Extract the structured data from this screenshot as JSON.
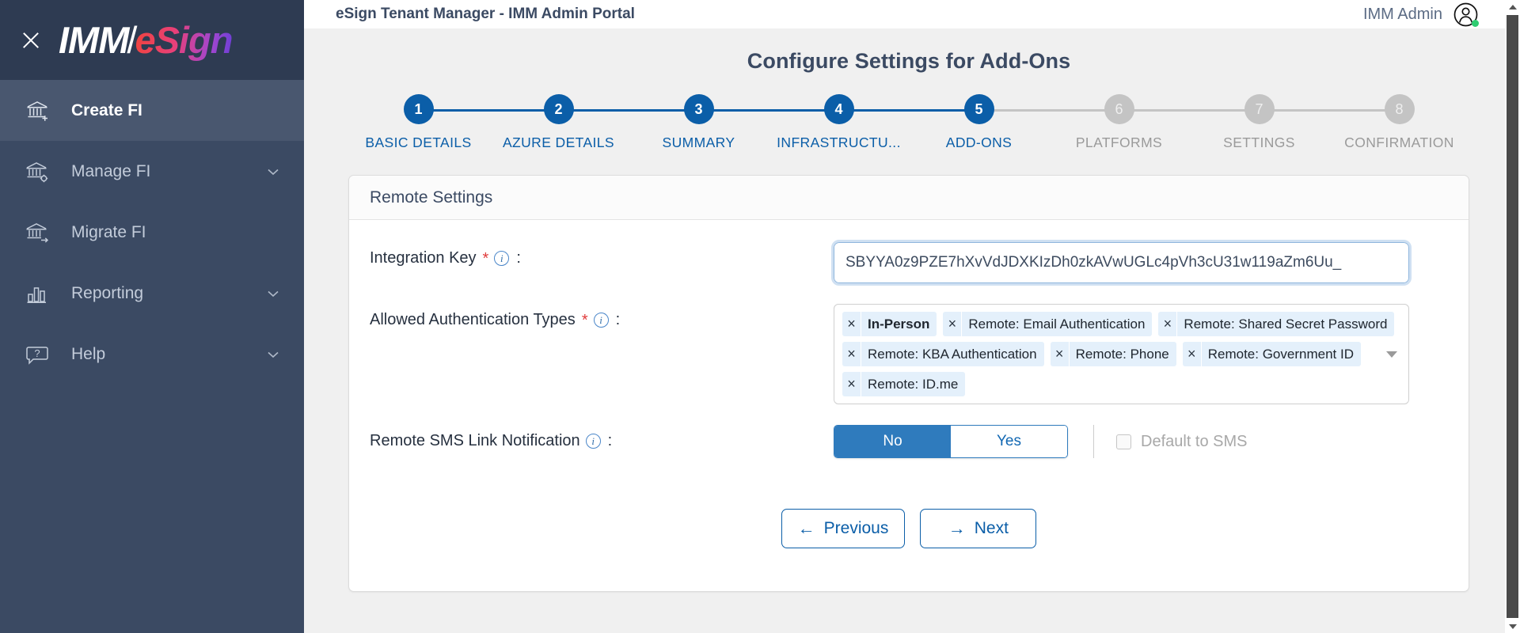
{
  "brand": {
    "logo_imm": "IMM",
    "logo_slash": "/",
    "logo_esign": "eSign",
    "close_icon": "close-icon"
  },
  "sidebar": {
    "items": [
      {
        "label": "Create FI",
        "icon": "bank-add-icon",
        "active": true,
        "expandable": false
      },
      {
        "label": "Manage FI",
        "icon": "bank-gear-icon",
        "active": false,
        "expandable": true
      },
      {
        "label": "Migrate FI",
        "icon": "bank-arrow-icon",
        "active": false,
        "expandable": false
      },
      {
        "label": "Reporting",
        "icon": "bar-chart-icon",
        "active": false,
        "expandable": true
      },
      {
        "label": "Help",
        "icon": "help-bubble-icon",
        "active": false,
        "expandable": true
      }
    ]
  },
  "topbar": {
    "title": "eSign Tenant Manager - IMM Admin Portal",
    "user": "IMM Admin",
    "avatar_status_color": "#2ecc71"
  },
  "page": {
    "title": "Configure Settings for Add-Ons"
  },
  "stepper": {
    "current": 5,
    "steps": [
      {
        "number": "1",
        "label": "BASIC DETAILS",
        "state": "done"
      },
      {
        "number": "2",
        "label": "AZURE DETAILS",
        "state": "done"
      },
      {
        "number": "3",
        "label": "SUMMARY",
        "state": "done"
      },
      {
        "number": "4",
        "label": "INFRASTRUCTU...",
        "state": "done"
      },
      {
        "number": "5",
        "label": "ADD-ONS",
        "state": "current"
      },
      {
        "number": "6",
        "label": "PLATFORMS",
        "state": "future"
      },
      {
        "number": "7",
        "label": "SETTINGS",
        "state": "future"
      },
      {
        "number": "8",
        "label": "CONFIRMATION",
        "state": "future"
      }
    ]
  },
  "card": {
    "header": "Remote Settings",
    "integration_key": {
      "label": "Integration Key",
      "required_mark": "*",
      "info_icon": "i",
      "colon": ":",
      "value": "SBYYA0z9PZE7hXvVdJDXKIzDh0zkAVwUGLc4pVh3cU31w119aZm6Uu_",
      "placeholder": "Integration Key"
    },
    "auth_types": {
      "label": "Allowed Authentication Types",
      "required_mark": "*",
      "info_icon": "i",
      "colon": ":",
      "remove_glyph": "×",
      "chips": [
        {
          "text": "In-Person",
          "bold": true
        },
        {
          "text": "Remote: Email Authentication",
          "bold": false
        },
        {
          "text": "Remote: Shared Secret Password",
          "bold": false
        },
        {
          "text": "Remote: KBA Authentication",
          "bold": false
        },
        {
          "text": "Remote: Phone",
          "bold": false
        },
        {
          "text": "Remote: Government ID",
          "bold": false
        },
        {
          "text": "Remote: ID.me",
          "bold": false
        }
      ]
    },
    "sms": {
      "label": "Remote SMS Link Notification",
      "info_icon": "i",
      "colon": ":",
      "option_no": "No",
      "option_yes": "Yes",
      "selected": "No",
      "default_to_sms_label": "Default to SMS",
      "default_to_sms_checked": false,
      "default_to_sms_disabled": true
    }
  },
  "footer": {
    "previous_label": "Previous",
    "previous_arrow": "←",
    "next_label": "Next",
    "next_arrow": "→"
  },
  "colors": {
    "sidebar_bg": "#3b4a63",
    "sidebar_top_bg": "#2e3b52",
    "sidebar_active_bg": "#49576f",
    "accent_blue": "#0b5ea8",
    "toggle_blue": "#2f7bbd",
    "chip_bg": "#e4f0fb",
    "page_bg": "#f0f0f0",
    "required_red": "#e03b3b",
    "step_future_gray": "#c4c4c4"
  }
}
